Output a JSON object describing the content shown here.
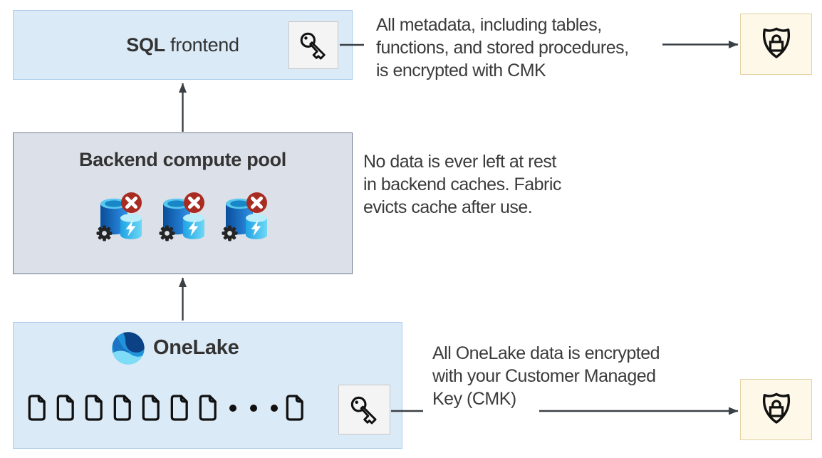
{
  "diagram": {
    "sql_frontend": {
      "title_bold": "SQL",
      "title_rest": " frontend"
    },
    "backend": {
      "title": "Backend compute pool",
      "compute_node_count": 3
    },
    "onelake": {
      "title": "OneLake",
      "document_count": 8
    },
    "annotations": {
      "metadata": {
        "lines": [
          "All metadata, including tables,",
          "functions, and stored procedures,",
          "is encrypted with CMK"
        ]
      },
      "cache": {
        "lines": [
          "No data is ever left at rest",
          "in backend caches. Fabric",
          "evicts cache after use."
        ]
      },
      "onelake_data": {
        "lines": [
          "All OneLake data is encrypted",
          "with your Customer Managed",
          "Key (CMK)"
        ]
      }
    },
    "colors": {
      "box_blue_fill": "#dbeaf7",
      "box_blue_border": "#a9cce9",
      "box_gray_fill": "#dce0e8",
      "box_gray_border": "#6b7a90",
      "key_tile_fill": "#f4f4f4",
      "key_tile_border": "#c6c6c6",
      "shield_card_fill": "#fdf8e7",
      "shield_card_border": "#e3d2a0",
      "arrow": "#3a4045",
      "text": "#3b3b3b",
      "error_badge_red": "#a82c21",
      "onelake_dark_blue": "#0d4186",
      "onelake_mid_blue": "#1b74c4",
      "onelake_light_cyan": "#7edcf7"
    }
  }
}
